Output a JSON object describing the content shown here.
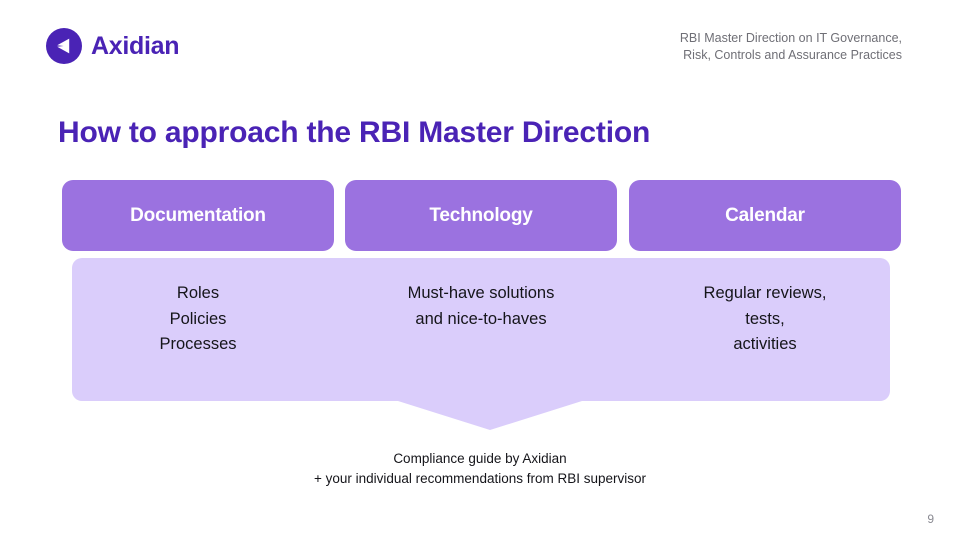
{
  "brand": {
    "name": "Axidian",
    "logo_icon": "axidian-triangle-logo-icon",
    "color": "#4A23B5"
  },
  "header": {
    "doc_reference_line1": "RBI Master Direction on IT Governance,",
    "doc_reference_line2": "Risk, Controls and Assurance Practices"
  },
  "title": "How to approach the RBI Master Direction",
  "diagram": {
    "panel_color": "#DACDFB",
    "card_color": "#9B72E0",
    "columns": [
      {
        "heading": "Documentation",
        "lines": [
          "Roles",
          "Policies",
          "Processes"
        ]
      },
      {
        "heading": "Technology",
        "lines": [
          "Must-have solutions",
          "and nice-to-haves"
        ]
      },
      {
        "heading": "Calendar",
        "lines": [
          "Regular reviews,",
          "tests,",
          "activities"
        ]
      }
    ]
  },
  "caption": {
    "line1": "Compliance guide by Axidian",
    "line2": "+ your individual recommendations from RBI supervisor"
  },
  "page_number": "9"
}
